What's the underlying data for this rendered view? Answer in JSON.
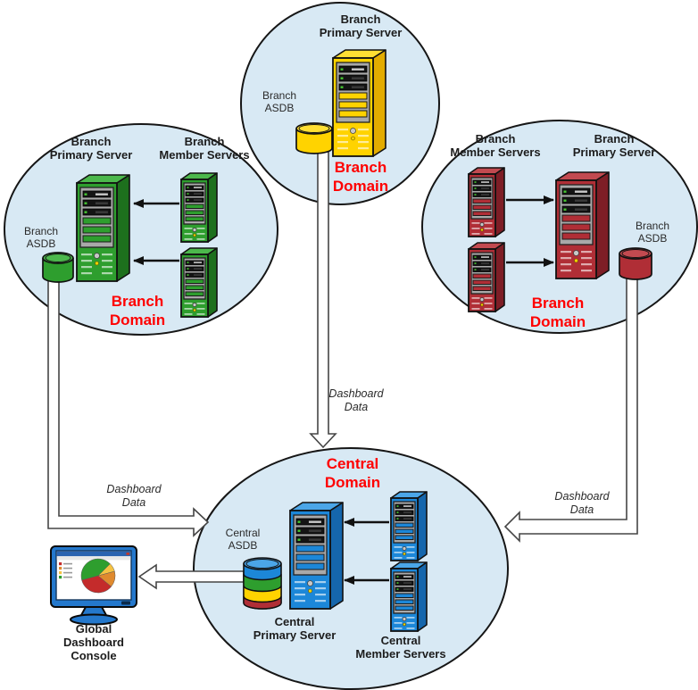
{
  "title": "Dashboard data flow diagram",
  "domains": {
    "branch_top": {
      "primary_server": "Branch\nPrimary Server",
      "asdb": "Branch\nASDB",
      "domain": "Branch\nDomain"
    },
    "branch_left": {
      "primary_server": "Branch\nPrimary Server",
      "member_servers": "Branch\nMember Servers",
      "asdb": "Branch\nASDB",
      "domain": "Branch\nDomain"
    },
    "branch_right": {
      "member_servers": "Branch\nMember Servers",
      "primary_server": "Branch\nPrimary Server",
      "asdb": "Branch\nASDB",
      "domain": "Branch\nDomain"
    },
    "central": {
      "domain": "Central\nDomain",
      "asdb": "Central\nASDB",
      "primary_server": "Central\nPrimary Server",
      "member_servers": "Central\nMember Servers"
    }
  },
  "console": {
    "label": "Global\nDashboard\nConsole"
  },
  "flows": {
    "top_label": "Dashboard\nData",
    "left_label": "Dashboard\nData",
    "right_label": "Dashboard\nData"
  },
  "colors": {
    "ellipse_fill": "#D8E9F4",
    "ellipse_stroke": "#161616",
    "domain_label_red": "#FF0000",
    "monitor_blue": "#2478CC",
    "domains": {
      "yellow": {
        "front": "#FFD300",
        "side": "#E3AC00",
        "top": "#FFDF33"
      },
      "green": {
        "front": "#2E9E2E",
        "side": "#1D701D",
        "top": "#4CB84C"
      },
      "red": {
        "front": "#B02E36",
        "side": "#7E1E26",
        "top": "#C24A50"
      },
      "blue": {
        "front": "#1C87D8",
        "side": "#1566AC",
        "top": "#4BA6E8"
      }
    },
    "pie": {
      "green": "#2E9E2E",
      "yellow": "#F5C242",
      "orange": "#E08A2E",
      "red": "#C42B2B"
    }
  }
}
